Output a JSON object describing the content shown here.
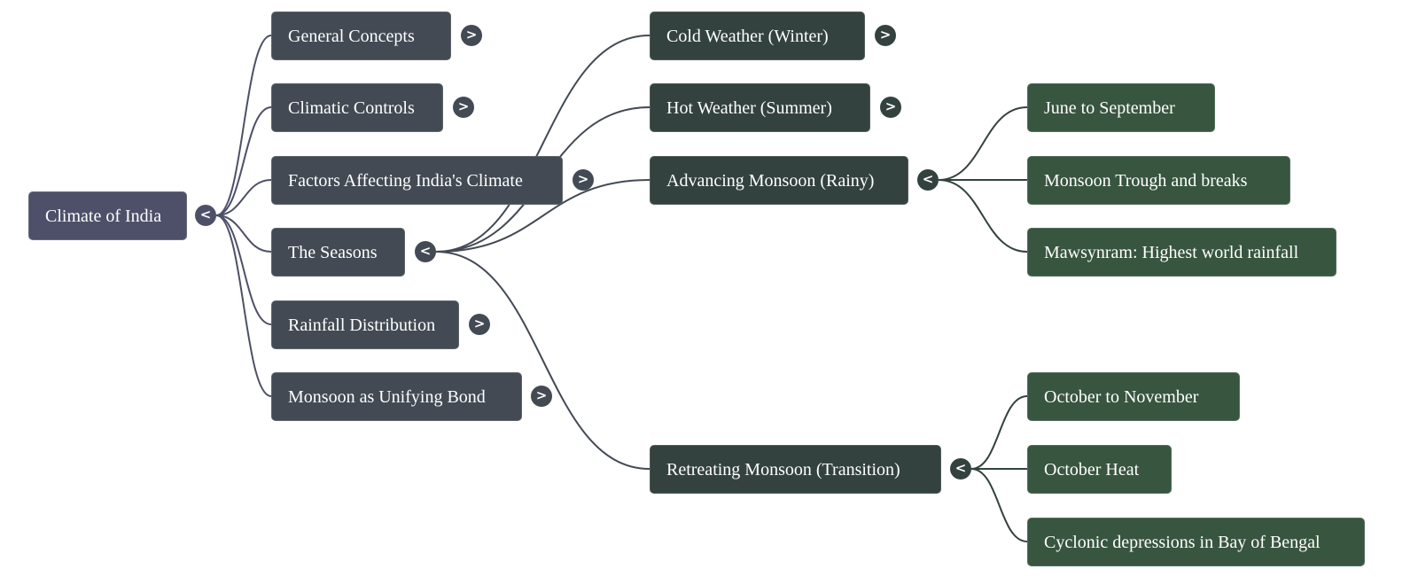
{
  "mindmap": {
    "title": "Climate of India",
    "colors": {
      "root": "#4d5068",
      "level1": "#434a54",
      "level2": "#33423e",
      "level3": "#38553f",
      "link_root": "#4d5068",
      "link_level1": "#434a54",
      "link_level2": "#33423e",
      "toggle_root": "#4d5068",
      "toggle_level1": "#434a54",
      "toggle_level2": "#33423e"
    },
    "root": {
      "label": "Climate of India",
      "toggle": "<",
      "expanded": true
    },
    "level1": [
      {
        "label": "General Concepts",
        "toggle": ">",
        "expanded": false
      },
      {
        "label": "Climatic Controls",
        "toggle": ">",
        "expanded": false
      },
      {
        "label": "Factors Affecting India's Climate",
        "toggle": ">",
        "expanded": false
      },
      {
        "label": "The Seasons",
        "toggle": "<",
        "expanded": true
      },
      {
        "label": "Rainfall Distribution",
        "toggle": ">",
        "expanded": false
      },
      {
        "label": "Monsoon as Unifying Bond",
        "toggle": ">",
        "expanded": false
      }
    ],
    "seasons": [
      {
        "label": "Cold Weather (Winter)",
        "toggle": ">",
        "expanded": false
      },
      {
        "label": "Hot Weather (Summer)",
        "toggle": ">",
        "expanded": false
      },
      {
        "label": "Advancing Monsoon (Rainy)",
        "toggle": "<",
        "expanded": true
      },
      {
        "label": "Retreating Monsoon (Transition)",
        "toggle": "<",
        "expanded": true
      }
    ],
    "advancing_monsoon": [
      {
        "label": "June to September"
      },
      {
        "label": "Monsoon Trough and breaks"
      },
      {
        "label": "Mawsynram: Highest world rainfall"
      }
    ],
    "retreating_monsoon": [
      {
        "label": "October to November"
      },
      {
        "label": "October Heat"
      },
      {
        "label": "Cyclonic depressions in Bay of Bengal"
      }
    ]
  }
}
